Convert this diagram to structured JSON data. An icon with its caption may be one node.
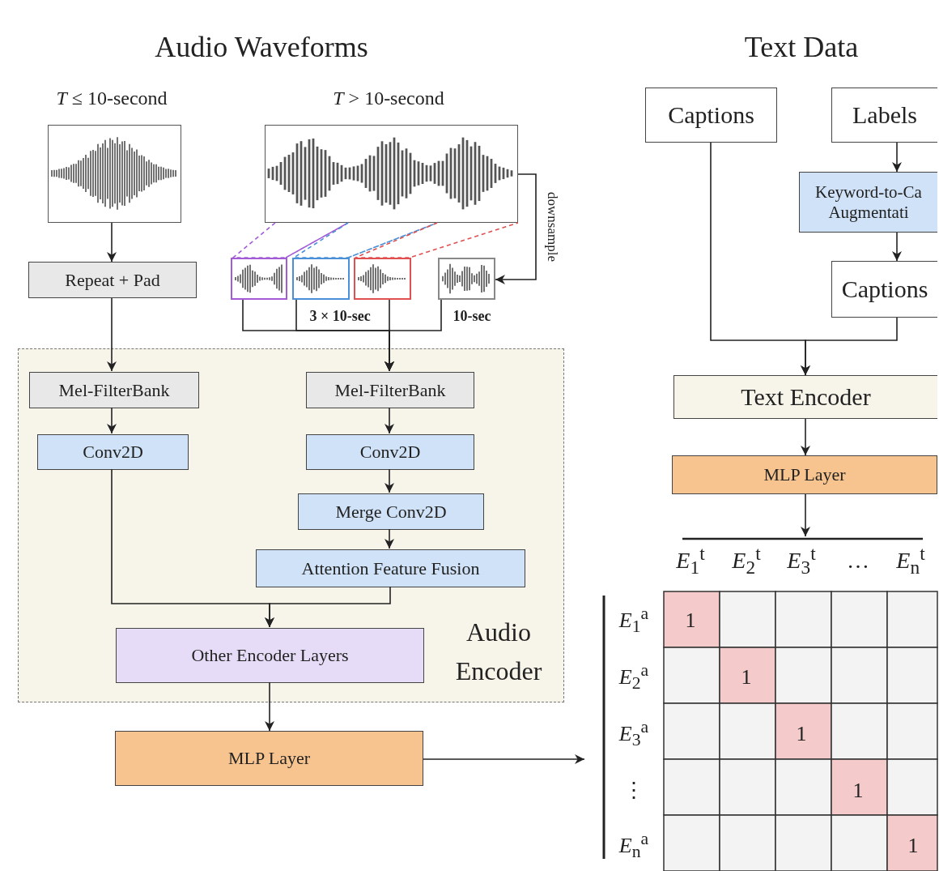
{
  "diagram": {
    "nodes": [
      {
        "text": [
          "*T* ≤ 10-second"
        ]
      },
      {
        "text": [
          "*T* > 10-second"
        ]
      },
      {
        "text": [
          "Repeat + Pad"
        ]
      },
      {
        "text": [],
        "shape": "picture"
      },
      {
        "text": [],
        "shape": "picture"
      },
      {
        "text": [],
        "shape": "picture"
      },
      {
        "text": [],
        "shape": "picture"
      },
      {
        "text": [
          "Audio Encoder"
        ]
      },
      {
        "text": [
          "Mel-FilterBank"
        ],
        "in": 7
      },
      {
        "text": [
          "Conv2D"
        ],
        "in": 7
      },
      {
        "text": [
          "Mel-FilterBank"
        ],
        "in": 7
      },
      {
        "text": [
          "Conv2D"
        ],
        "in": 7
      },
      {
        "text": [
          "Merge Conv2D"
        ],
        "in": 7
      },
      {
        "text": [
          "Attention Feature Fusion"
        ],
        "in": 7
      },
      {
        "text": [
          "Other Encoder Layers"
        ],
        "in": 7
      },
      {
        "text": [
          "MLP Layer"
        ]
      },
      {
        "text": [
          "Captions"
        ]
      },
      {
        "text": [
          "Labels"
        ]
      },
      {
        "text": [
          "Keyword-to-Ca Augmentati"
        ]
      },
      {
        "text": [
          "Captions"
        ]
      },
      {
        "text": [
          "Text Encoder"
        ]
      },
      {
        "text": [
          "MLP Layer"
        ]
      },
      {
        "text": [],
        "shape": "grid"
      }
    ],
    "edges": [
      {
        "from": 0,
        "to": 2,
        "arrow": "to"
      },
      {
        "from": 1,
        "to": 3,
        "arrow": "none",
        "style": "dashed",
        "color": "#a35cd6"
      },
      {
        "from": 1,
        "to": 4,
        "arrow": "none",
        "style": "dashed",
        "color": "#4a90d9"
      },
      {
        "from": 1,
        "to": 5,
        "arrow": "none",
        "style": "dashed",
        "color": "#e05050"
      },
      {
        "from": 1,
        "to": 6,
        "arrow": "to",
        "label": "downsample"
      },
      {
        "from": 3,
        "to": 10,
        "arrow": "to"
      },
      {
        "from": 4,
        "to": 10,
        "arrow": "to"
      },
      {
        "from": 5,
        "to": 10,
        "arrow": "to"
      },
      {
        "from": 6,
        "to": 10,
        "arrow": "to"
      },
      {
        "from": 2,
        "to": 8,
        "arrow": "to"
      },
      {
        "from": 8,
        "to": 9,
        "arrow": "to"
      },
      {
        "from": 10,
        "to": 11,
        "arrow": "to"
      },
      {
        "from": 11,
        "to": 12,
        "arrow": "to"
      },
      {
        "from": 12,
        "to": 13,
        "arrow": "to"
      },
      {
        "from": 9,
        "to": 14,
        "arrow": "to"
      },
      {
        "from": 13,
        "to": 14,
        "arrow": "to"
      },
      {
        "from": 14,
        "to": 15,
        "arrow": "to"
      },
      {
        "from": 15,
        "to": 22,
        "arrow": "to"
      },
      {
        "from": 16,
        "to": 20,
        "arrow": "to"
      },
      {
        "from": 17,
        "to": 18,
        "arrow": "to"
      },
      {
        "from": 18,
        "to": 19,
        "arrow": "to"
      },
      {
        "from": 19,
        "to": 20,
        "arrow": "to"
      },
      {
        "from": 20,
        "to": 21,
        "arrow": "to"
      },
      {
        "from": 21,
        "to": 22,
        "arrow": "to"
      }
    ],
    "labels": [
      "Audio Waveforms",
      "Text Data",
      "3 × 10-sec",
      "10-sec",
      "*E*$_{1}$$^{t}$",
      "*E*$_{2}$$^{t}$",
      "*E*$_{3}$$^{t}$",
      "…",
      "*E*$_{n}$$^{t}$",
      "*E*$_{1}$$^{a}$",
      "1",
      "*E*$_{2}$$^{a}$",
      "1",
      "*E*$_{3}$$^{a}$",
      "1",
      "⋮",
      "1",
      "*E*$_{n}$$^{a}$",
      "1"
    ]
  }
}
